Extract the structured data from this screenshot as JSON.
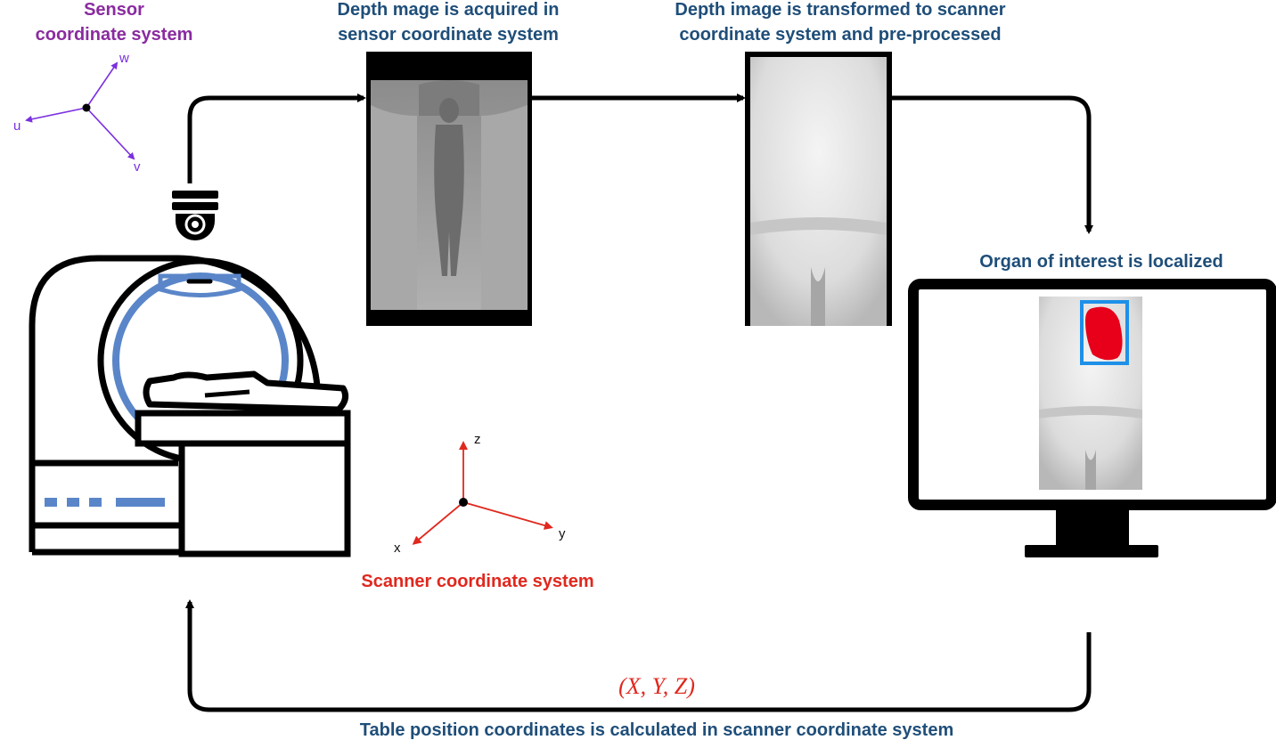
{
  "labels": {
    "sensor_title_1": "Sensor",
    "sensor_title_2": "coordinate system",
    "step1_line1": "Depth mage is acquired in",
    "step1_line2": "sensor coordinate system",
    "step2_line1": "Depth image is transformed to scanner",
    "step2_line2": "coordinate system and pre-processed",
    "step3": "Organ of interest is localized",
    "scanner_cs": "Scanner coordinate system",
    "coordinates": "(X, Y, Z)",
    "bottom": "Table position coordinates is calculated in scanner coordinate system"
  },
  "sensor_axes": {
    "u": "u",
    "v": "v",
    "w": "w"
  },
  "scanner_axes": {
    "x": "x",
    "y": "y",
    "z": "z"
  },
  "colors": {
    "sensor_purple": "#8a2ba0",
    "label_navy": "#1f4e79",
    "scanner_red": "#e0281e",
    "scanner_blue": "#5a86c9",
    "bbox_blue": "#1e90e8",
    "organ_red": "#e8001a"
  }
}
